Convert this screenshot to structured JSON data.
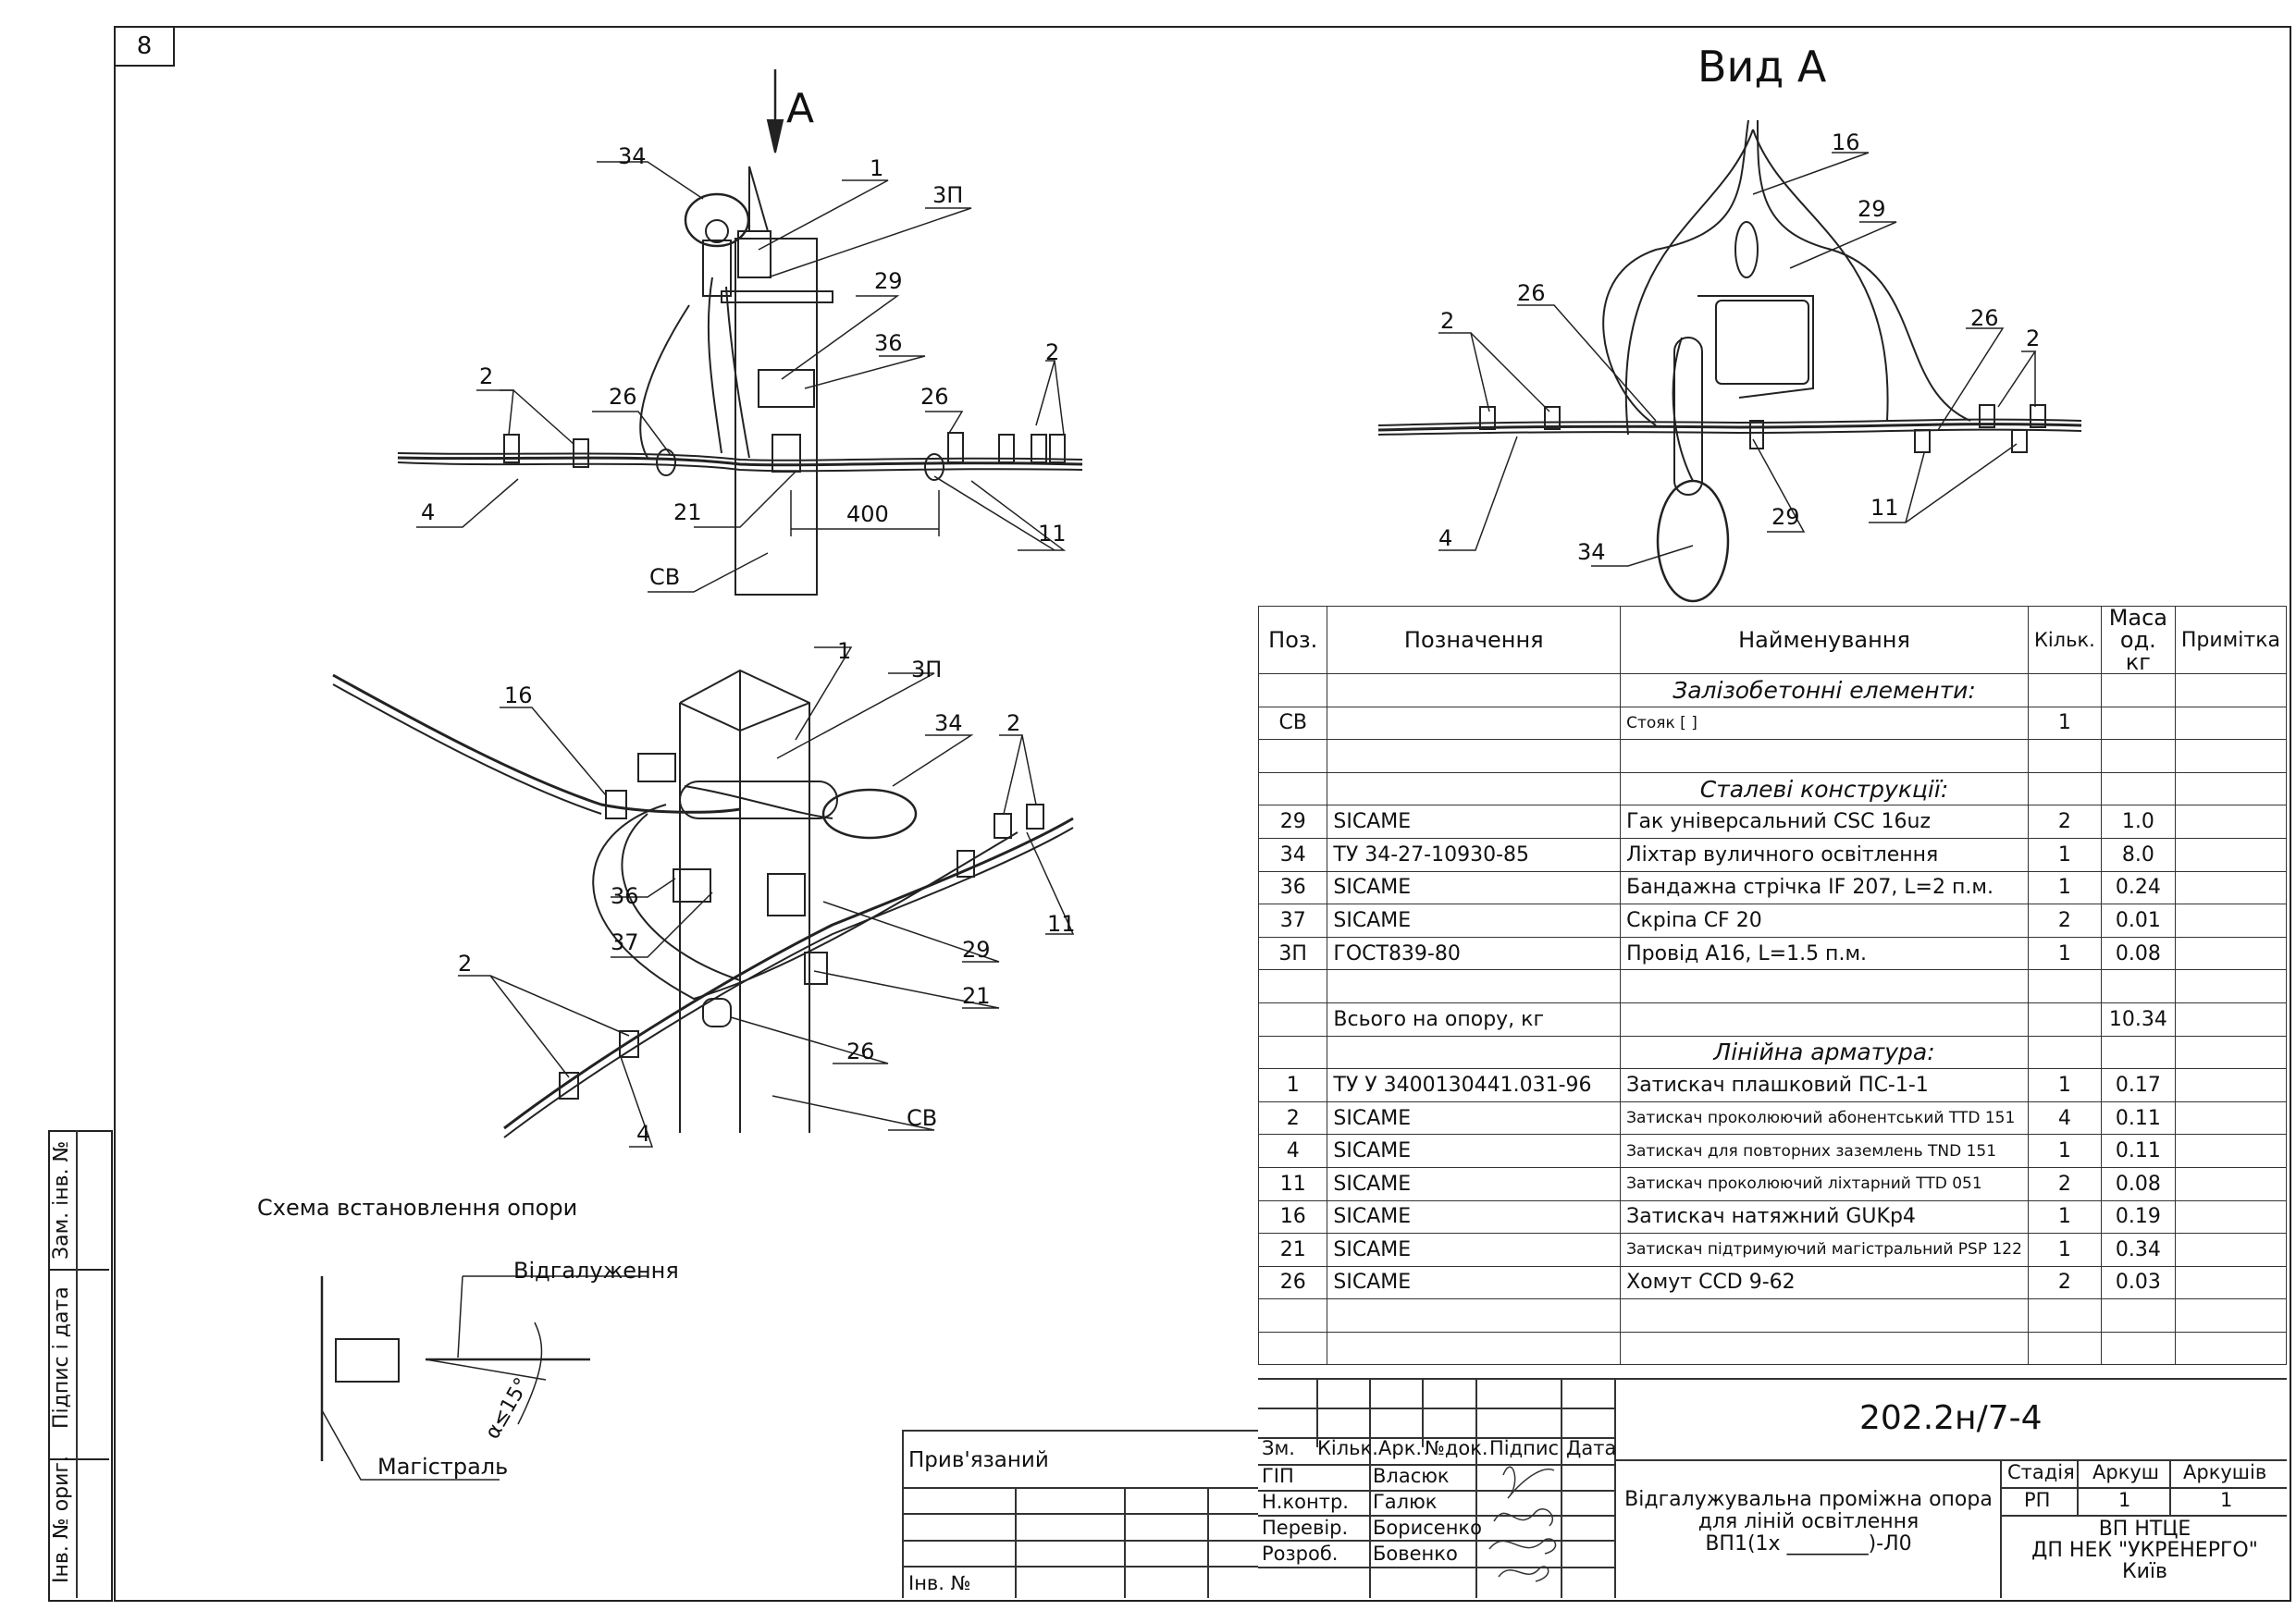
{
  "sheet_number": "8",
  "view_title": "Вид А",
  "view_arrow_label": "А",
  "labels": {
    "top": [
      "34",
      "1",
      "3П",
      "29",
      "36",
      "2",
      "26",
      "26",
      "2",
      "4",
      "21",
      "400",
      "11",
      "СВ"
    ],
    "view_a": [
      "16",
      "29",
      "26",
      "2",
      "26",
      "2",
      "4",
      "34",
      "29",
      "11"
    ],
    "iso": [
      "1",
      "3П",
      "16",
      "34",
      "2",
      "36",
      "37",
      "29",
      "11",
      "2",
      "21",
      "26",
      "4",
      "СВ"
    ]
  },
  "scheme": {
    "title": "Схема встановлення опори",
    "branch_label": "Відгалуження",
    "main_label": "Магістраль",
    "angle_label": "α≤15°"
  },
  "side_stamps": [
    "Зам. інв. №",
    "Підпис і дата",
    "Інв. № ориг."
  ],
  "spec": {
    "headers": [
      "Поз.",
      "Позначення",
      "Найменування",
      "Кільк.",
      "Маса од. кг",
      "Примітка"
    ],
    "rows": [
      {
        "type": "section",
        "text": "Залізобетонні елементи:"
      },
      {
        "pos": "СВ",
        "code": "",
        "name": "Стояк [                                               ]",
        "qty": "1",
        "mass": ""
      },
      {
        "type": "blank"
      },
      {
        "type": "section",
        "text": "Сталеві конструкції:"
      },
      {
        "pos": "29",
        "code": "SICAME",
        "name": "Гак універсальний CSC 16uz",
        "qty": "2",
        "mass": "1.0"
      },
      {
        "pos": "34",
        "code": "ТУ 34-27-10930-85",
        "name": "Ліхтар вуличного освітлення",
        "qty": "1",
        "mass": "8.0"
      },
      {
        "pos": "36",
        "code": "SICAME",
        "name": "Бандажна стрічка IF 207, L=2 п.м.",
        "qty": "1",
        "mass": "0.24"
      },
      {
        "pos": "37",
        "code": "SICAME",
        "name": "Скріпа CF 20",
        "qty": "2",
        "mass": "0.01"
      },
      {
        "pos": "3П",
        "code": "ГОСТ839-80",
        "name": "Провід А16, L=1.5 п.м.",
        "qty": "1",
        "mass": "0.08"
      },
      {
        "type": "blank"
      },
      {
        "pos": "",
        "code": "Всього на опору, кг",
        "name": "",
        "qty": "",
        "mass": "10.34"
      },
      {
        "type": "section",
        "text": "Лінійна арматура:"
      },
      {
        "pos": "1",
        "code": "ТУ У 3400130441.031-96",
        "name": "Затискач плашковий ПС-1-1",
        "qty": "1",
        "mass": "0.17"
      },
      {
        "pos": "2",
        "code": "SICAME",
        "name": "Затискач проколюючий абонентський TTD 151",
        "qty": "4",
        "mass": "0.11"
      },
      {
        "pos": "4",
        "code": "SICAME",
        "name": "Затискач для повторних заземлень TND 151",
        "qty": "1",
        "mass": "0.11"
      },
      {
        "pos": "11",
        "code": "SICAME",
        "name": "Затискач проколюючий ліхтарний TTD 051",
        "qty": "2",
        "mass": "0.08"
      },
      {
        "pos": "16",
        "code": "SICAME",
        "name": "Затискач натяжний GUKp4",
        "qty": "1",
        "mass": "0.19"
      },
      {
        "pos": "21",
        "code": "SICAME",
        "name": "Затискач підтримуючий магістральний PSP 122",
        "qty": "1",
        "mass": "0.34"
      },
      {
        "pos": "26",
        "code": "SICAME",
        "name": "Хомут CCD 9-62",
        "qty": "2",
        "mass": "0.03"
      },
      {
        "type": "blank"
      },
      {
        "type": "blank"
      }
    ]
  },
  "title_block": {
    "linked": "Прив'язаний",
    "inv_no": "Інв. №",
    "doc_code": "202.2н/7-4",
    "columns": [
      "Зм.",
      "Кільк.",
      "Арк.",
      "№док.",
      "Підпис",
      "Дата"
    ],
    "people": [
      {
        "role": "ГІП",
        "name": "Власюк"
      },
      {
        "role": "Н.контр.",
        "name": "Галюк"
      },
      {
        "role": "Перевір.",
        "name": "Борисенко"
      },
      {
        "role": "Розроб.",
        "name": "Бовенко"
      }
    ],
    "title_lines": [
      "Відгалужувальна проміжна опора",
      "для ліній освітлення",
      "ВП1(1х ________)-Л0"
    ],
    "stage_head": [
      "Стадія",
      "Аркуш",
      "Аркушів"
    ],
    "stage_vals": [
      "РП",
      "1",
      "1"
    ],
    "org_lines": [
      "ВП НТЦЕ",
      "ДП НЕК \"УКРЕНЕРГО\"",
      "Київ"
    ]
  }
}
